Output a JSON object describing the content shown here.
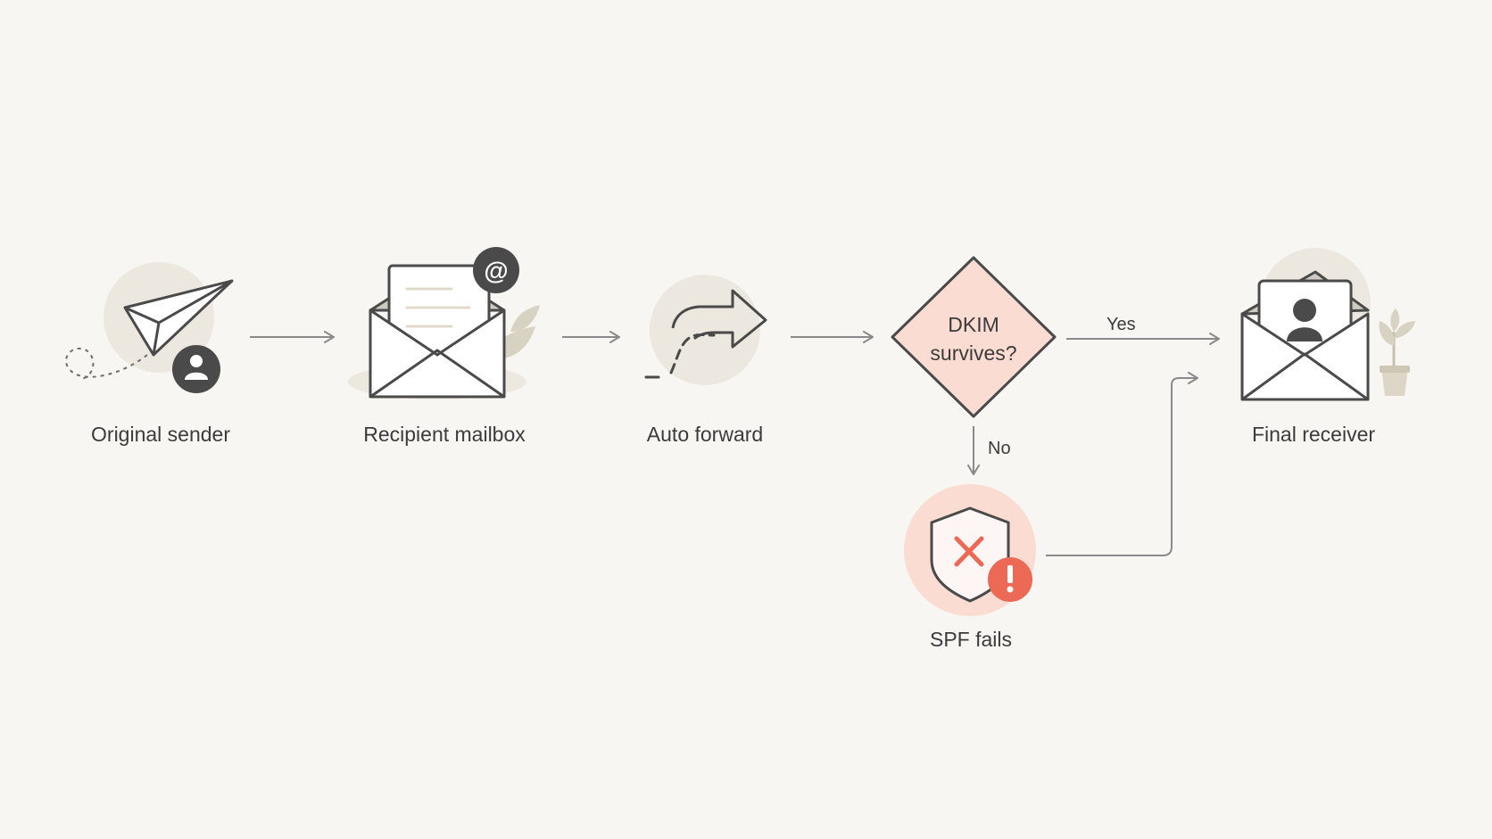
{
  "nodes": {
    "original_sender": {
      "label": "Original sender",
      "icon": "paper-plane-icon"
    },
    "recipient_mailbox": {
      "label": "Recipient mailbox",
      "icon": "open-envelope-icon"
    },
    "auto_forward": {
      "label": "Auto forward",
      "icon": "forward-arrow-icon"
    },
    "decision": {
      "line1": "DKIM",
      "line2": "survives?"
    },
    "spf_fails": {
      "label": "SPF fails",
      "icon": "shield-x-icon"
    },
    "final_receiver": {
      "label": "Final receiver",
      "icon": "envelope-user-icon"
    }
  },
  "edges": {
    "yes": "Yes",
    "no": "No"
  },
  "colors": {
    "background": "#f8f6f2",
    "stroke": "#4a4a4a",
    "decision_fill": "#fbdcd2",
    "alert": "#ec6a55",
    "accent_soft": "#ede8df"
  }
}
